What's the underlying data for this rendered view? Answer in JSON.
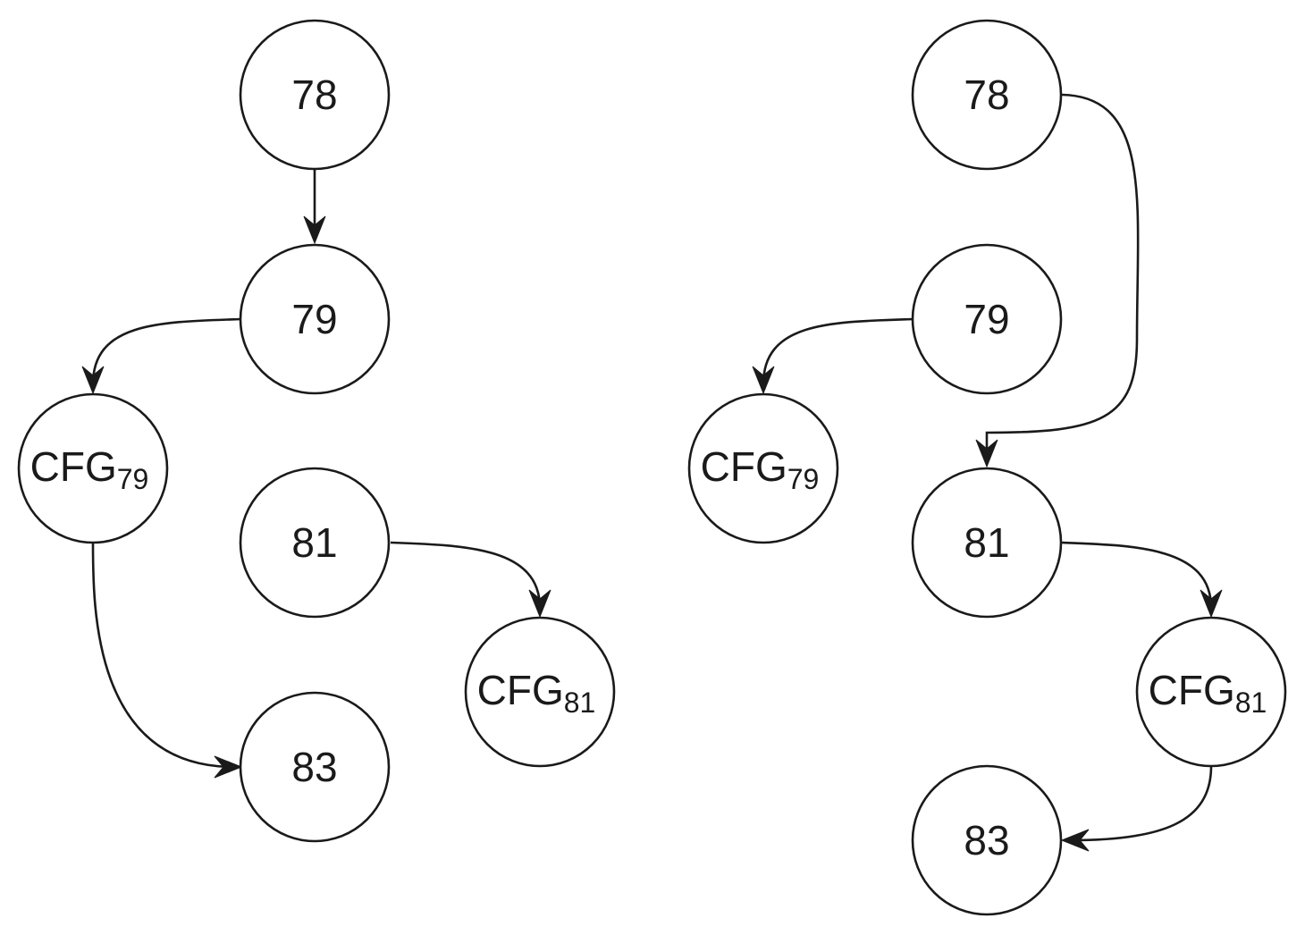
{
  "diagrams": [
    {
      "nodes": [
        {
          "id": "78",
          "label": "78",
          "sub": ""
        },
        {
          "id": "79",
          "label": "79",
          "sub": ""
        },
        {
          "id": "cfg79",
          "label": "CFG",
          "sub": "79"
        },
        {
          "id": "81",
          "label": "81",
          "sub": ""
        },
        {
          "id": "cfg81",
          "label": "CFG",
          "sub": "81"
        },
        {
          "id": "83",
          "label": "83",
          "sub": ""
        }
      ],
      "edges": [
        {
          "from": "78",
          "to": "79"
        },
        {
          "from": "79",
          "to": "cfg79"
        },
        {
          "from": "cfg79",
          "to": "83"
        },
        {
          "from": "81",
          "to": "cfg81"
        }
      ]
    },
    {
      "nodes": [
        {
          "id": "78",
          "label": "78",
          "sub": ""
        },
        {
          "id": "79",
          "label": "79",
          "sub": ""
        },
        {
          "id": "cfg79",
          "label": "CFG",
          "sub": "79"
        },
        {
          "id": "81",
          "label": "81",
          "sub": ""
        },
        {
          "id": "cfg81",
          "label": "CFG",
          "sub": "81"
        },
        {
          "id": "83",
          "label": "83",
          "sub": ""
        }
      ],
      "edges": [
        {
          "from": "78",
          "to": "81"
        },
        {
          "from": "79",
          "to": "cfg79"
        },
        {
          "from": "81",
          "to": "cfg81"
        },
        {
          "from": "cfg81",
          "to": "83"
        }
      ]
    }
  ]
}
